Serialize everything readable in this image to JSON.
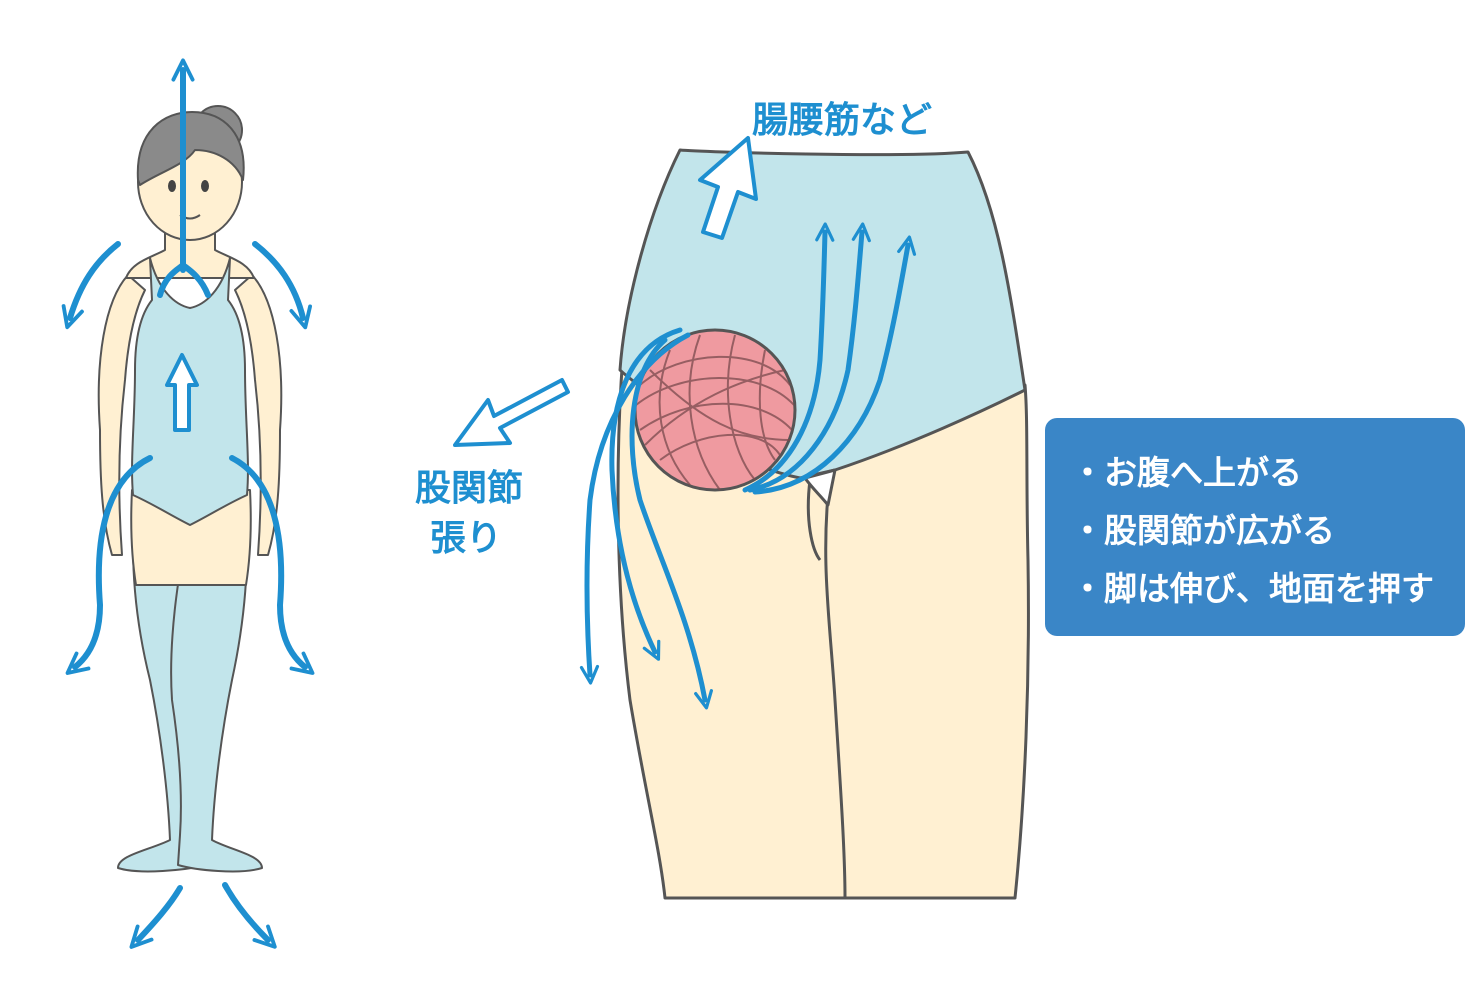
{
  "labels": {
    "iliopsoas": "腸腰筋など",
    "hip_line1": "股関節",
    "hip_line2": "張り"
  },
  "info_box": {
    "lines": [
      "・お腹へ上がる",
      "・股関節が広がる",
      "・脚は伸び、地面を押す"
    ]
  },
  "colors": {
    "arrow": "#1e8fd0",
    "leotard": "#c2e5eb",
    "skin": "#fff0d2",
    "hair": "#8a8a8a",
    "outline": "#555555",
    "yarn": "#ef9aa0",
    "box": "#3a86c7"
  }
}
